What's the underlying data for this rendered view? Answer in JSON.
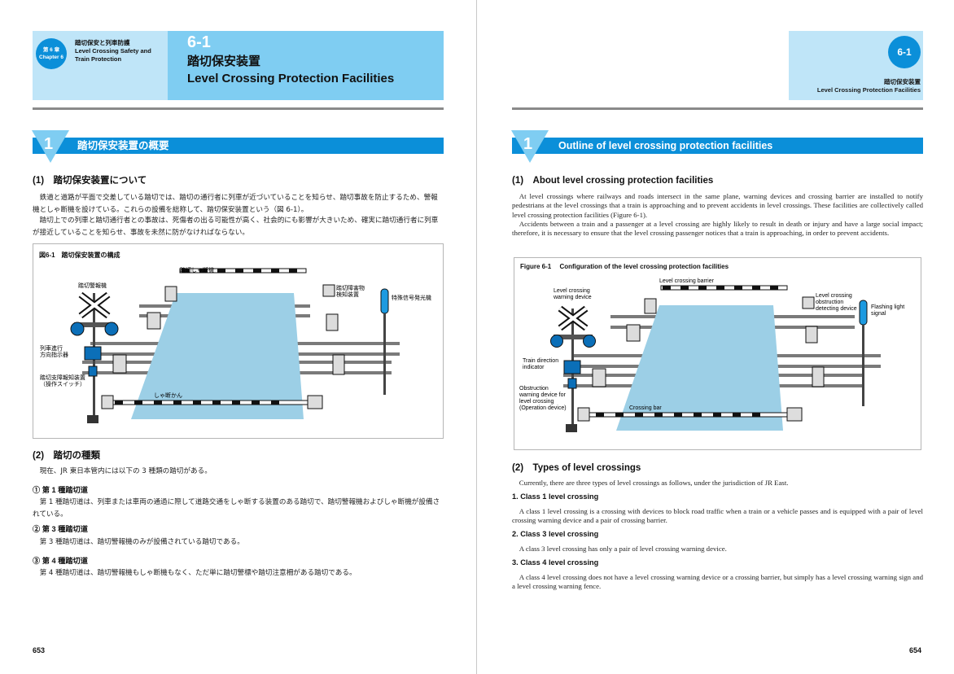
{
  "left": {
    "chapter_badge": {
      "line1": "第 6 章",
      "line2": "Chapter 6"
    },
    "chapter_title_jp": "踏切保安と列車防護",
    "chapter_title_en_1": "Level Crossing Safety and",
    "chapter_title_en_2": "Train Protection",
    "section_number": "6-1",
    "section_title_jp": "踏切保安装置",
    "section_title_en": "Level Crossing Protection Facilities",
    "bar_number": "1",
    "bar_title": "踏切保安装置の概要",
    "sub1": "(1)　踏切保安装置について",
    "para1": "鉄道と道路が平面で交差している踏切では、踏切の通行者に列車が近づいていることを知らせ、踏切事故を防止するため、警報機としゃ断機を設けている。これらの設備を総称して、踏切保安装置という（図 6-1）。",
    "para2": "踏切上での列車と踏切通行者との事故は、死傷者の出る可能性が高く、社会的にも影響が大きいため、確実に踏切通行者に列車が接近していることを知らせ、事故を未然に防がなければならない。",
    "figure": {
      "caption": "図6-1　踏切保安装置の構成",
      "labels": {
        "barrier_top": "踏切しゃ断機",
        "warning_device": "踏切警報機",
        "obstruction": "踏切障害物\n検知装置",
        "flashing": "特殊信号発光機",
        "direction": "列車進行\n方向指示器",
        "emergency": "踏切支障報知装置\n（操作スイッチ）",
        "bar": "しゃ断かん"
      }
    },
    "sub2": "(2)　踏切の種類",
    "para3": "現在、JR 東日本管内には以下の 3 種類の踏切がある。",
    "class1_head": "①  第 1 種踏切道",
    "class1_text": "第 1 種踏切道は、列車または車両の通過に際して道路交通をしゃ断する装置のある踏切で、踏切警報機およびしゃ断機が設備されている。",
    "class3_head": "②  第 3 種踏切道",
    "class3_text": "第 3 種踏切道は、踏切警報機のみが設備されている踏切である。",
    "class4_head": "③  第 4 種踏切道",
    "class4_text": "第 4 種踏切道は、踏切警報機もしゃ断機もなく、ただ単に踏切警標や踏切注意柵がある踏切である。",
    "page_number": "653"
  },
  "right": {
    "section_number": "6-1",
    "section_title_jp": "踏切保安装置",
    "section_title_en": "Level Crossing Protection Facilities",
    "bar_number": "1",
    "bar_title": "Outline of level crossing protection facilities",
    "sub1": "(1)　About level crossing protection facilities",
    "para1": "At level crossings where railways and roads intersect in the same plane, warning devices and crossing barrier are installed to notify pedestrians at the level crossings that a train is approaching and to prevent accidents in level crossings. These facilities are collectively called level crossing protection facilities (Figure 6-1).",
    "para2": "Accidents between a train and a passenger at a level crossing are highly likely to result in death or injury and have a large social impact; therefore, it is necessary to ensure that the level crossing passenger notices that a train is approaching, in order to prevent accidents.",
    "figure": {
      "caption": "Figure 6-1　 Configuration of the level crossing protection facilities",
      "labels": {
        "barrier_top": "Level crossing barrier",
        "warning_device": "Level crossing\nwarning device",
        "obstruction": "Level crossing\nobstruction\ndetecting device",
        "flashing": "Flashing light\nsignal",
        "direction": "Train direction\nindicator",
        "emergency": "Obstruction\nwarning device for\nlevel crossing\n(Operation device)",
        "bar": "Crossing bar"
      }
    },
    "sub2": "(2)　Types of level crossings",
    "para3": "Currently, there are three types of level crossings as follows, under the jurisdiction of JR East.",
    "class1_head": "1.  Class 1 level crossing",
    "class1_text": "A class 1 level crossing is a crossing with devices to block road traffic when a train or a vehicle passes and is equipped with a pair of level crossing warning device and a pair of crossing barrier.",
    "class3_head": "2.  Class 3 level crossing",
    "class3_text": "A class 3 level crossing has only a pair of level crossing warning device.",
    "class4_head": "3.  Class 4 level crossing",
    "class4_text": "A class 4 level crossing does not have a level crossing warning device or a crossing barrier, but simply has a level crossing warning sign and a level crossing warning fence.",
    "page_number": "654"
  },
  "colors": {
    "accent": "#0b8fd9",
    "header_strong": "#7fcdf2",
    "header_light": "#bfe5f8",
    "road": "#9ccfe6"
  }
}
